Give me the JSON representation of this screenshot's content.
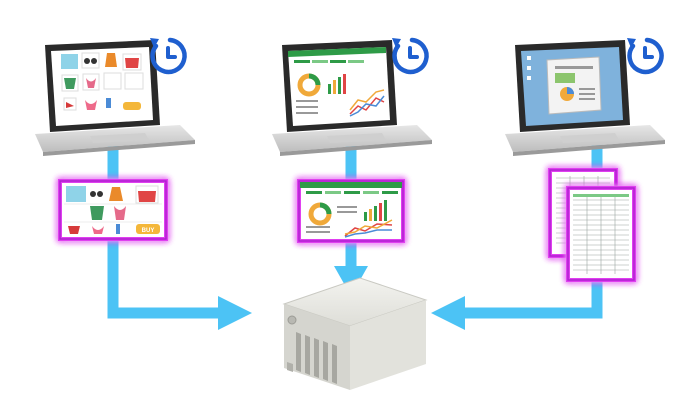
{
  "diagram": {
    "devices": [
      {
        "id": "laptop-shop",
        "content": "shopping-catalog-screen",
        "badge": "clock-refresh-icon"
      },
      {
        "id": "laptop-dashboard",
        "content": "analytics-dashboard-screen",
        "badge": "clock-refresh-icon"
      },
      {
        "id": "laptop-desktop",
        "content": "desktop-document-screen",
        "badge": "clock-refresh-icon"
      }
    ],
    "snapshots": [
      {
        "id": "snapshot-shop",
        "content": "shopping-catalog-thumbnail"
      },
      {
        "id": "snapshot-dashboard",
        "content": "analytics-dashboard-thumbnail"
      },
      {
        "id": "snapshot-spreadsheets",
        "content": "spreadsheet-pages"
      }
    ],
    "target": "server-icon",
    "button_text": "BUY",
    "colors": {
      "arrow": "#4cc3f5",
      "clock": "#1f5fcf",
      "highlight_glow": "#e040f0",
      "highlight_border": "#b01fd0",
      "server": "#e7e7e2",
      "laptop_body": "#d8d8d8",
      "screen_bezel": "#222222",
      "dashboard_green": "#2e9b47"
    }
  }
}
